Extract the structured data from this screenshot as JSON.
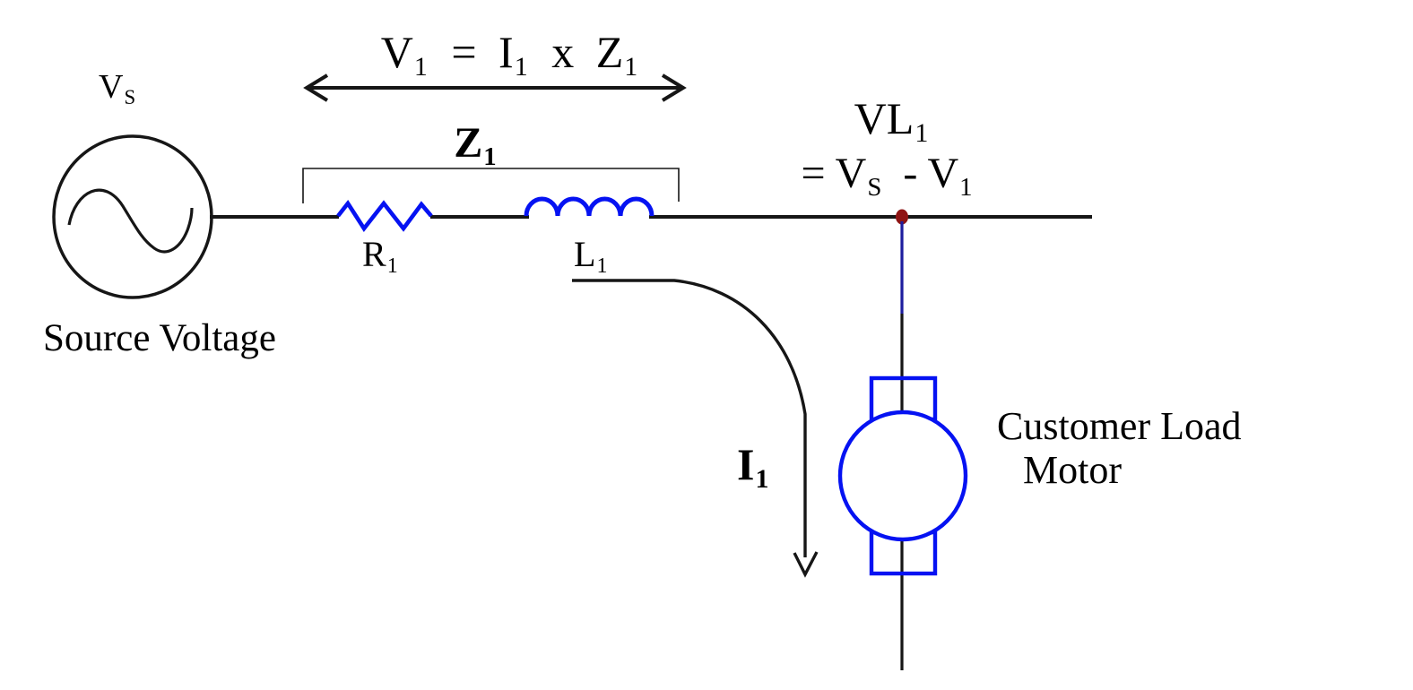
{
  "colors": {
    "background": "#ffffff",
    "wire": "#161616",
    "component": "#0512f2",
    "branch": "#1d1d9e",
    "node": "#8e1414",
    "text": "#000000"
  },
  "source": {
    "symbol_base": "V",
    "symbol_sub": "S",
    "caption": "Source Voltage"
  },
  "equation": {
    "p1": "V",
    "p1s": "1",
    "p2": "=",
    "p3": "I",
    "p3s": "1",
    "p4": "x",
    "p5": "Z",
    "p5s": "1"
  },
  "impedance": {
    "z": "Z",
    "z_sub": "1",
    "r": "R",
    "r_sub": "1",
    "l": "L",
    "l_sub": "1"
  },
  "node_voltage": {
    "line1": "VL",
    "line1_sub": "1",
    "q1": "= V",
    "q1s": "S",
    "q2": "- V",
    "q2s": "1"
  },
  "current": {
    "label": "I",
    "sub": "1"
  },
  "load": {
    "caption_line1": "Customer Load",
    "caption_line2": "Motor"
  }
}
